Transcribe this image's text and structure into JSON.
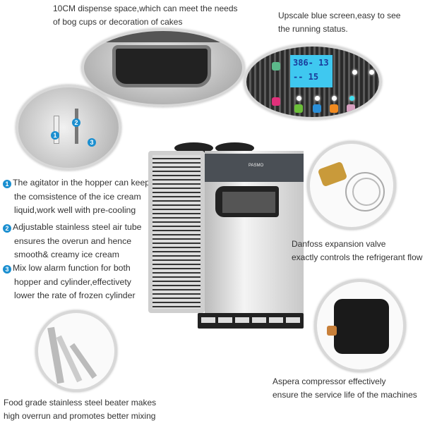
{
  "dispense": {
    "line1": "10CM dispense space,which can meet the needs",
    "line2": "of bog cups or decoration of cakes"
  },
  "screen": {
    "line1": "Upscale blue screen,easy to see",
    "line2": "the running status.",
    "display_top": "386- 13",
    "display_bottom": "-- 15",
    "screen_color": "#3fc8f0"
  },
  "hopper_labels": [
    "1",
    "2",
    "3"
  ],
  "features": [
    {
      "num": "1",
      "lines": [
        "The agitator in the hopper can keep",
        "the comsistence of the ice cream",
        "liquid,work well with pre-cooling"
      ]
    },
    {
      "num": "2",
      "lines": [
        "Adjustable stainless steel air tube",
        "ensures the overun and hence",
        "smooth& creamy ice cream"
      ]
    },
    {
      "num": "3",
      "lines": [
        "Mix low alarm function for both",
        "hopper and cylinder,effectivety",
        "lower the rate of frozen cylinder"
      ]
    }
  ],
  "valve": {
    "line1": "Danfoss expansion valve",
    "line2": "exactly controls the refrigerant flow"
  },
  "compressor": {
    "line1": "Aspera compressor effectively",
    "line2": "ensure the service life of the machines"
  },
  "beater": {
    "line1": "Food grade stainless steel beater makes",
    "line2": "high overrun and promotes better mixing"
  },
  "machine": {
    "logo": "PASMO"
  },
  "accent_color": "#1b8fd0"
}
